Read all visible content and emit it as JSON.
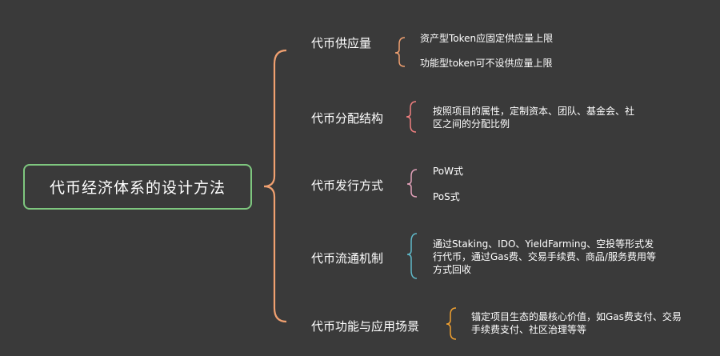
{
  "root": {
    "label": "代币经济体系的设计方法"
  },
  "branches": [
    {
      "label": "代币供应量",
      "color": "#f0a070",
      "leaves": [
        "资产型Token应固定供应量上限",
        "功能型token可不设供应量上限"
      ]
    },
    {
      "label": "代币分配结构",
      "color": "#f07f7f",
      "leaves": [
        "按照项目的属性，定制资本、团队、基金会、社区之间的分配比例"
      ]
    },
    {
      "label": "代币发行方式",
      "color": "#e0a0b8",
      "leaves": [
        "PoW式",
        "PoS式"
      ]
    },
    {
      "label": "代币流通机制",
      "color": "#5fb8c8",
      "leaves": [
        "通过Staking、IDO、YieldFarming、空投等形式发行代币，通过Gas费、交易手续费、商品/服务费用等方式回收"
      ]
    },
    {
      "label": "代币功能与应用场景",
      "color": "#f0a030",
      "leaves": [
        "锚定项目生态的最核心价值，如Gas费支付、交易手续费支付、社区治理等等"
      ]
    }
  ],
  "colors": {
    "main_brace": "#f0a070",
    "root_border": "#7ec77f",
    "background": "#3a3a3a"
  }
}
